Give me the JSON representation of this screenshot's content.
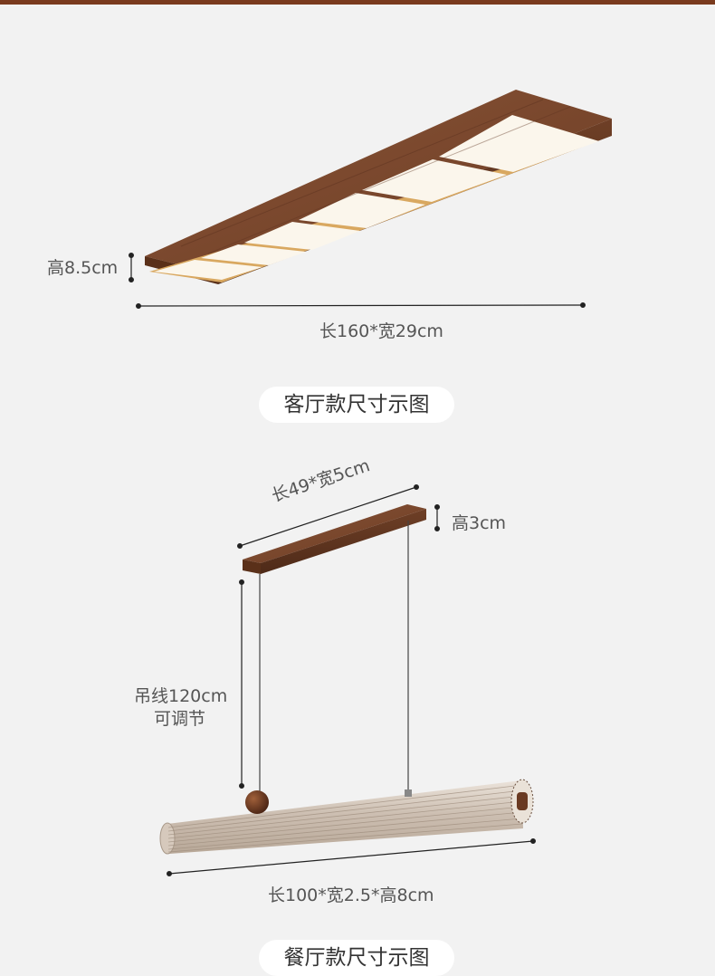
{
  "living_room": {
    "height_label": "高8.5cm",
    "size_label": "长160*宽29cm",
    "caption": "客厅款尺寸示图"
  },
  "dining_room": {
    "base_size_label": "长49*宽5cm",
    "base_height_label": "高3cm",
    "cable_label_line1": "吊线120cm",
    "cable_label_line2": "可调节",
    "tube_size_label": "长100*宽2.5*高8cm",
    "caption": "餐厅款尺寸示图"
  },
  "colors": {
    "top_bar": "#7a3b1e",
    "wood": "#7a4a30",
    "background": "#f2f2f2",
    "light_panel": "#fbf6ec",
    "gold_trim": "#d9a860"
  }
}
